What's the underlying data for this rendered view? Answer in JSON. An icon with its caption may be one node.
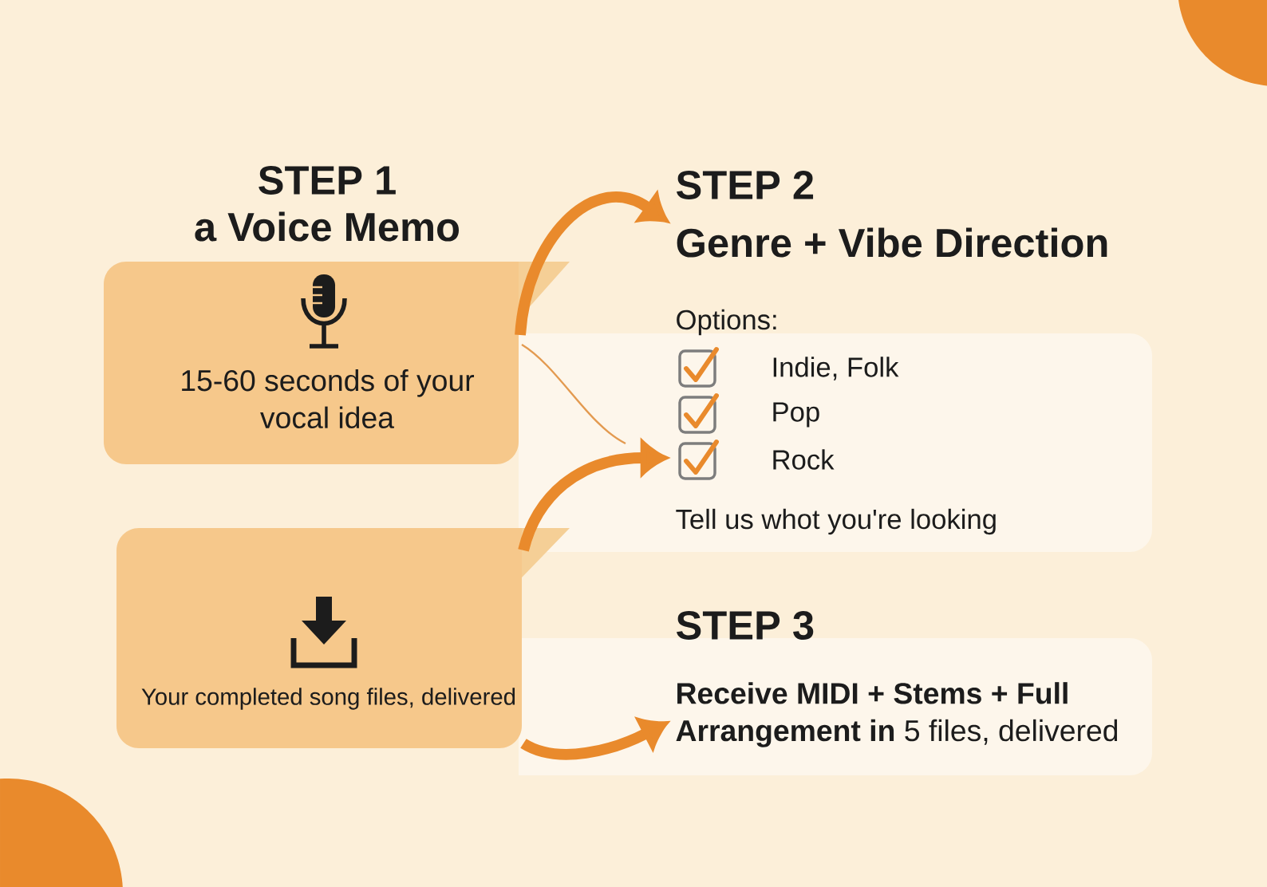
{
  "diagram": {
    "nodes": [
      {
        "text": [
          "STEP 1",
          "a Voice Memo",
          "15-60 seconds of your vocal idea"
        ]
      },
      {
        "text": [
          "STEP 2",
          "Genre + Vibe Direction",
          "Options:",
          "Indie, Folk",
          "Pop",
          "Rock",
          "Tell us whot you're looking"
        ]
      },
      {
        "text": [
          "Your completed song files, delivered"
        ]
      },
      {
        "text": [
          "STEP 3",
          "**Receive MIDI + Stems + Full Arrangement in** 5 files, delivered"
        ]
      }
    ],
    "edges": [
      {
        "from": 0,
        "to": 1,
        "arrow": "to"
      },
      {
        "from": 2,
        "to": 1,
        "arrow": "to"
      },
      {
        "from": 2,
        "to": 3,
        "arrow": "to"
      }
    ]
  }
}
